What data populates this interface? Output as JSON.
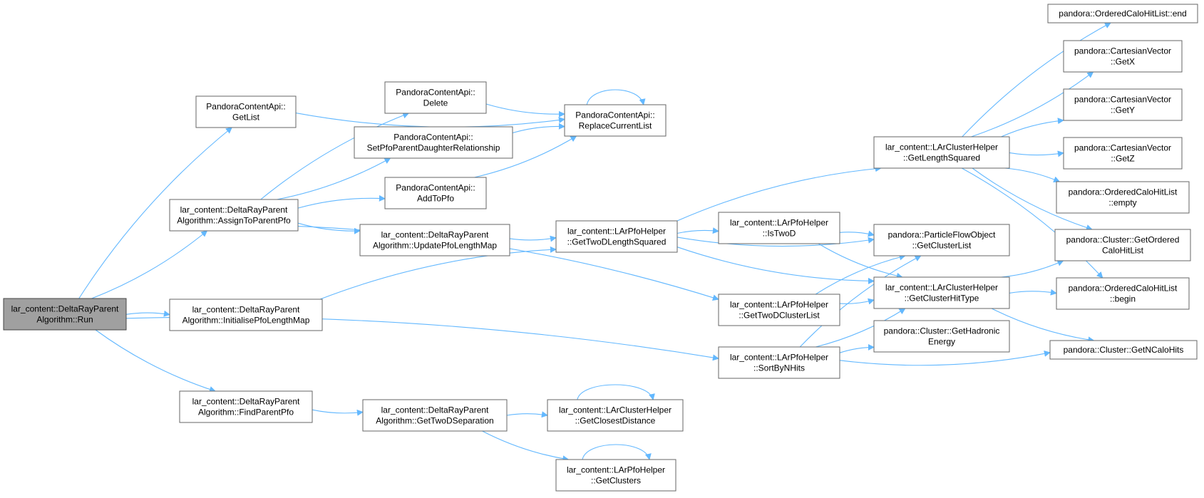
{
  "title": "",
  "colors": {
    "edge": "#63b8ff",
    "node_border": "#666666",
    "root_fill": "#a0a0a0",
    "node_fill": "#ffffff"
  },
  "nodes": [
    {
      "id": "run",
      "lines": [
        "lar_content::DeltaRayParent",
        "Algorithm::Run"
      ],
      "root": true
    },
    {
      "id": "getlist",
      "lines": [
        "PandoraContentApi::",
        "GetList"
      ]
    },
    {
      "id": "assign",
      "lines": [
        "lar_content::DeltaRayParent",
        "Algorithm::AssignToParentPfo"
      ]
    },
    {
      "id": "initpfo",
      "lines": [
        "lar_content::DeltaRayParent",
        "Algorithm::InitialisePfoLengthMap"
      ]
    },
    {
      "id": "findparent",
      "lines": [
        "lar_content::DeltaRayParent",
        "Algorithm::FindParentPfo"
      ]
    },
    {
      "id": "delete",
      "lines": [
        "PandoraContentApi::",
        "Delete"
      ]
    },
    {
      "id": "setpfo",
      "lines": [
        "PandoraContentApi::",
        "SetPfoParentDaughterRelationship"
      ]
    },
    {
      "id": "addtopfo",
      "lines": [
        "PandoraContentApi::",
        "AddToPfo"
      ]
    },
    {
      "id": "updatepfo",
      "lines": [
        "lar_content::DeltaRayParent",
        "Algorithm::UpdatePfoLengthMap"
      ]
    },
    {
      "id": "twodsep",
      "lines": [
        "lar_content::DeltaRayParent",
        "Algorithm::GetTwoDSeparation"
      ]
    },
    {
      "id": "replace",
      "lines": [
        "PandoraContentApi::",
        "ReplaceCurrentList"
      ]
    },
    {
      "id": "twodlen",
      "lines": [
        "lar_content::LArPfoHelper",
        "::GetTwoDLengthSquared"
      ]
    },
    {
      "id": "closest",
      "lines": [
        "lar_content::LArClusterHelper",
        "::GetClosestDistance"
      ]
    },
    {
      "id": "getclusters",
      "lines": [
        "lar_content::LArPfoHelper",
        "::GetClusters"
      ]
    },
    {
      "id": "istwod",
      "lines": [
        "lar_content::LArPfoHelper",
        "::IsTwoD"
      ]
    },
    {
      "id": "twodclist",
      "lines": [
        "lar_content::LArPfoHelper",
        "::GetTwoDClusterList"
      ]
    },
    {
      "id": "sortbyn",
      "lines": [
        "lar_content::LArPfoHelper",
        "::SortByNHits"
      ]
    },
    {
      "id": "lensq",
      "lines": [
        "lar_content::LArClusterHelper",
        "::GetLengthSquared"
      ]
    },
    {
      "id": "pfoclist",
      "lines": [
        "pandora::ParticleFlowObject",
        "::GetClusterList"
      ]
    },
    {
      "id": "hittype",
      "lines": [
        "lar_content::LArClusterHelper",
        "::GetClusterHitType"
      ]
    },
    {
      "id": "hadronic",
      "lines": [
        "pandora::Cluster::GetHadronic",
        "Energy"
      ]
    },
    {
      "id": "end",
      "lines": [
        "pandora::OrderedCaloHitList::end"
      ]
    },
    {
      "id": "getx",
      "lines": [
        "pandora::CartesianVector",
        "::GetX"
      ]
    },
    {
      "id": "gety",
      "lines": [
        "pandora::CartesianVector",
        "::GetY"
      ]
    },
    {
      "id": "getz",
      "lines": [
        "pandora::CartesianVector",
        "::GetZ"
      ]
    },
    {
      "id": "empty",
      "lines": [
        "pandora::OrderedCaloHitList",
        "::empty"
      ]
    },
    {
      "id": "ordered",
      "lines": [
        "pandora::Cluster::GetOrdered",
        "CaloHitList"
      ]
    },
    {
      "id": "begin",
      "lines": [
        "pandora::OrderedCaloHitList",
        "::begin"
      ]
    },
    {
      "id": "ncalo",
      "lines": [
        "pandora::Cluster::GetNCaloHits"
      ]
    }
  ],
  "edges": [
    [
      "run",
      "getlist"
    ],
    [
      "run",
      "assign"
    ],
    [
      "run",
      "initpfo"
    ],
    [
      "run",
      "findparent"
    ],
    [
      "run",
      "sortbyn"
    ],
    [
      "getlist",
      "replace"
    ],
    [
      "assign",
      "delete"
    ],
    [
      "assign",
      "setpfo"
    ],
    [
      "assign",
      "addtopfo"
    ],
    [
      "assign",
      "updatepfo"
    ],
    [
      "assign",
      "twodclist"
    ],
    [
      "delete",
      "replace"
    ],
    [
      "setpfo",
      "replace"
    ],
    [
      "addtopfo",
      "replace"
    ],
    [
      "replace",
      "replace"
    ],
    [
      "updatepfo",
      "twodlen"
    ],
    [
      "initpfo",
      "twodlen"
    ],
    [
      "findparent",
      "twodsep"
    ],
    [
      "twodsep",
      "closest"
    ],
    [
      "twodsep",
      "getclusters"
    ],
    [
      "closest",
      "closest"
    ],
    [
      "getclusters",
      "getclusters"
    ],
    [
      "twodlen",
      "lensq"
    ],
    [
      "twodlen",
      "pfoclist"
    ],
    [
      "twodlen",
      "istwod"
    ],
    [
      "twodlen",
      "hittype"
    ],
    [
      "istwod",
      "pfoclist"
    ],
    [
      "istwod",
      "hittype"
    ],
    [
      "twodclist",
      "pfoclist"
    ],
    [
      "twodclist",
      "hittype"
    ],
    [
      "sortbyn",
      "pfoclist"
    ],
    [
      "sortbyn",
      "hittype"
    ],
    [
      "sortbyn",
      "hadronic"
    ],
    [
      "sortbyn",
      "ncalo"
    ],
    [
      "lensq",
      "end"
    ],
    [
      "lensq",
      "getx"
    ],
    [
      "lensq",
      "gety"
    ],
    [
      "lensq",
      "getz"
    ],
    [
      "lensq",
      "empty"
    ],
    [
      "lensq",
      "ordered"
    ],
    [
      "lensq",
      "begin"
    ],
    [
      "hittype",
      "ordered"
    ],
    [
      "hittype",
      "begin"
    ],
    [
      "hittype",
      "ncalo"
    ]
  ]
}
